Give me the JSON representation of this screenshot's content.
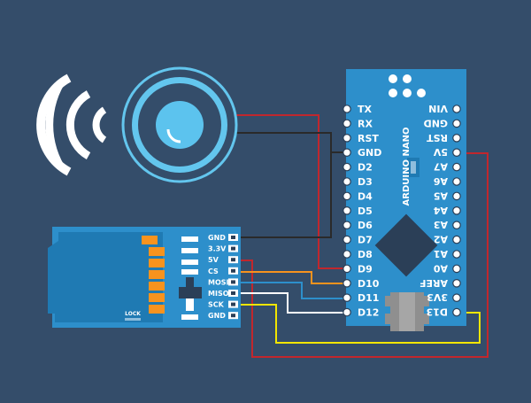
{
  "canvas": {
    "background": "#344d6a"
  },
  "colors": {
    "pcb": "#2d8fcb",
    "pcb_dark": "#1f7ab3",
    "speaker": "#63c6ee",
    "speaker_core": "#5cc3ee",
    "chip": "#2b3f57",
    "sd_orange": "#f7931e",
    "wire_red": "#c1272d",
    "wire_black": "#2a2a2a",
    "wire_orange": "#f7931e",
    "wire_blue": "#2d8fcb",
    "wire_white": "#ffffff",
    "wire_yellow": "#f2e600"
  },
  "arduino": {
    "board_label": "ARDUINO NANO",
    "left_pins": [
      "TX",
      "RX",
      "RST",
      "GND",
      "D2",
      "D3",
      "D4",
      "D5",
      "D6",
      "D7",
      "D8",
      "D9",
      "D10",
      "D11",
      "D12"
    ],
    "right_pins": [
      "VIN",
      "GND",
      "RST",
      "5V",
      "A7",
      "A6",
      "A5",
      "A4",
      "A3",
      "A2",
      "A1",
      "A0",
      "AREF",
      "3V3",
      "D13"
    ]
  },
  "sd_module": {
    "pins": [
      "GND",
      "3.3V",
      "5V",
      "CS",
      "MOSI",
      "MISO",
      "SCK",
      "GND"
    ],
    "lock_label": "LOCK"
  },
  "speaker": {
    "icon": "speaker-icon",
    "waves_icon": "sound-waves-icon"
  }
}
